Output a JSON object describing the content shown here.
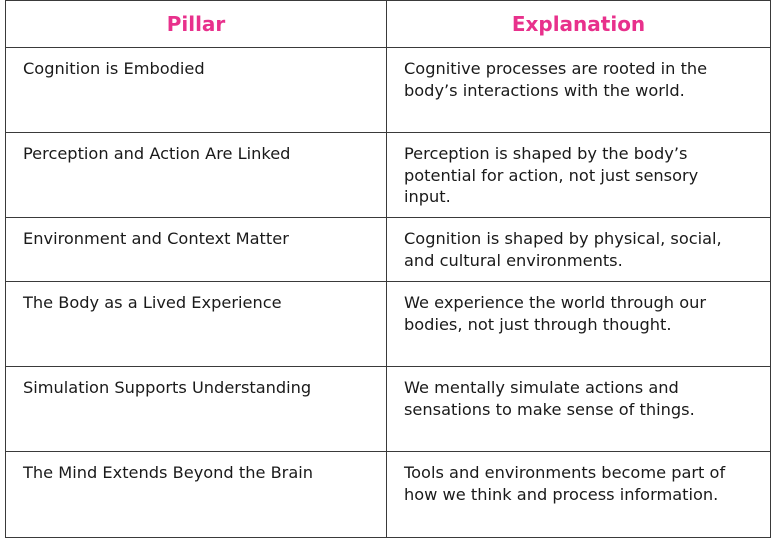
{
  "table": {
    "headers": {
      "pillar": "Pillar",
      "explanation": "Explanation"
    },
    "rows": [
      {
        "pillar": "Cognition is Embodied",
        "explanation": "Cognitive processes are rooted in the body’s interactions with the world."
      },
      {
        "pillar": "Perception and Action Are Linked",
        "explanation": "Perception is shaped by the body’s potential for action, not just sensory input."
      },
      {
        "pillar": "Environment and Context Matter",
        "explanation": "Cognition is shaped by physical, social, and cultural environments."
      },
      {
        "pillar": "The Body as a Lived Experience",
        "explanation": "We experience the world through our bodies, not just through thought."
      },
      {
        "pillar": "Simulation Supports Understanding",
        "explanation": "We mentally simulate actions and sensations to make sense of things."
      },
      {
        "pillar": "The Mind Extends Beyond the Brain",
        "explanation": "Tools and environments become part of how we think and process information."
      }
    ]
  },
  "colors": {
    "header_text": "#e8318c",
    "border": "#3a3a3a",
    "body_text": "#1a1a1a"
  }
}
